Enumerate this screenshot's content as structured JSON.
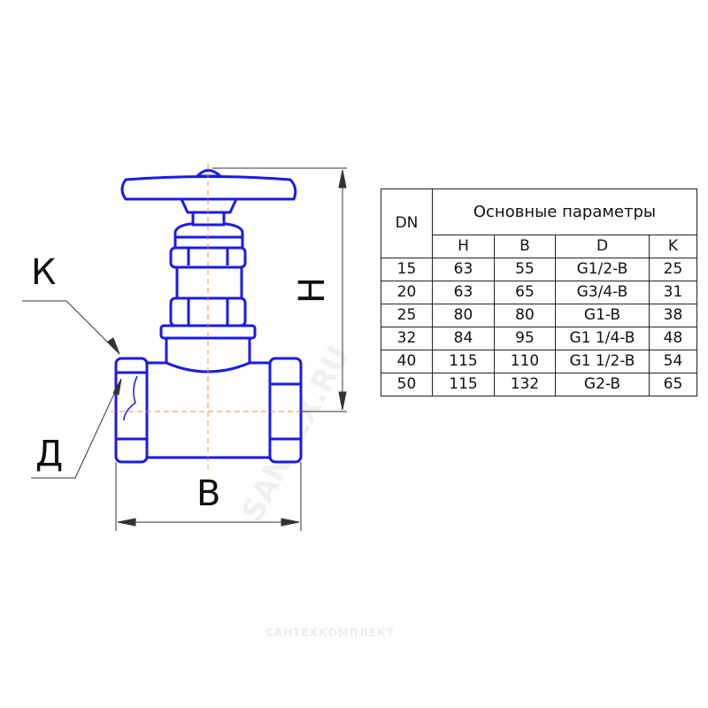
{
  "drawing": {
    "labels": {
      "k": "К",
      "d": "Д",
      "h": "H",
      "b": "B"
    },
    "colors": {
      "outline": "#1a1ae6",
      "axis": "#e09050",
      "dimension": "#333333"
    }
  },
  "table": {
    "dn_header": "DN",
    "group_header": "Основные параметры",
    "columns": [
      "H",
      "B",
      "D",
      "K"
    ],
    "rows": [
      {
        "dn": "15",
        "h": "63",
        "b": "55",
        "d": "G1/2-B",
        "k": "25"
      },
      {
        "dn": "20",
        "h": "63",
        "b": "65",
        "d": "G3/4-B",
        "k": "31"
      },
      {
        "dn": "25",
        "h": "80",
        "b": "80",
        "d": "G1-B",
        "k": "38"
      },
      {
        "dn": "32",
        "h": "84",
        "b": "95",
        "d": "G1 1/4-B",
        "k": "48"
      },
      {
        "dn": "40",
        "h": "115",
        "b": "110",
        "d": "G1 1/2-B",
        "k": "54"
      },
      {
        "dn": "50",
        "h": "115",
        "b": "132",
        "d": "G2-B",
        "k": "65"
      }
    ]
  },
  "watermarks": {
    "diagonal": "SANTEX.RU",
    "bottom": "САНТЕХКОМПЛЕКТ"
  }
}
